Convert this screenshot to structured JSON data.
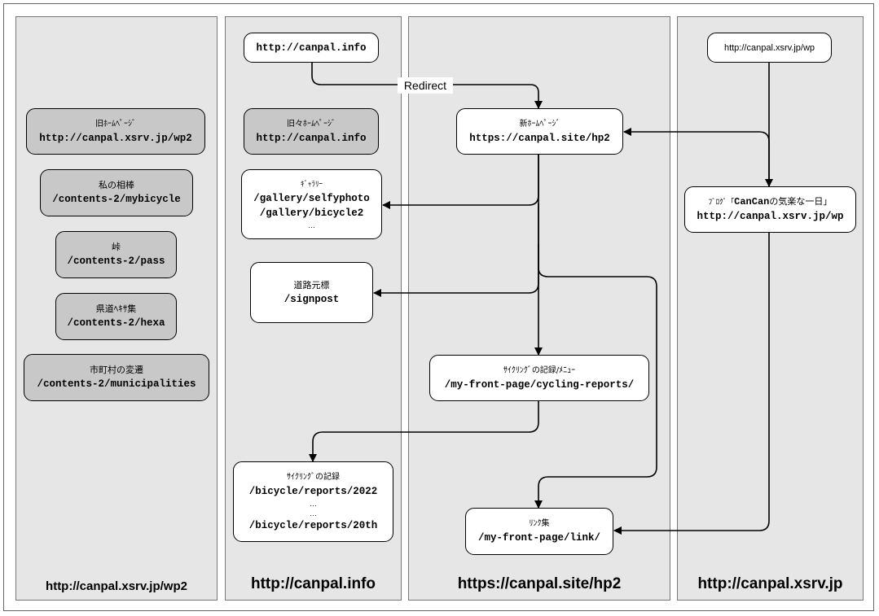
{
  "columns": [
    {
      "name": "http://canpal.xsrv.jp/wp2"
    },
    {
      "name": "http://canpal.info"
    },
    {
      "name": "https://canpal.site/hp2"
    },
    {
      "name": "http://canpal.xsrv.jp"
    }
  ],
  "nodes": {
    "old_homepage": {
      "label": "旧ﾎｰﾑﾍﾟｰｼﾞ",
      "url": "http://canpal.xsrv.jp/wp2"
    },
    "mybicycle": {
      "label": "私の相棒",
      "url": "/contents-2/mybicycle"
    },
    "pass": {
      "label": "峠",
      "url": "/contents-2/pass"
    },
    "hexa": {
      "label": "県道ﾍｷｻ集",
      "url": "/contents-2/hexa"
    },
    "municipalities": {
      "label": "市町村の変遷",
      "url": "/contents-2/municipalities"
    },
    "canpal_info": {
      "url": "http://canpal.info"
    },
    "older_homepage": {
      "label": "旧々ﾎｰﾑﾍﾟｰｼﾞ",
      "url": "http://canpal.info"
    },
    "gallery": {
      "label": "ｷﾞｬﾗﾘｰ",
      "url1": "/gallery/selfyphoto",
      "url2": "/gallery/bicycle2",
      "more": "…"
    },
    "signpost": {
      "label": "道路元標",
      "url": "/signpost"
    },
    "bicycle_reports": {
      "label": "ｻｲｸﾘﾝｸﾞの記録",
      "url1": "/bicycle/reports/2022",
      "more1": "…",
      "more2": "…",
      "url2": "/bicycle/reports/20th"
    },
    "new_homepage": {
      "label": "新ﾎｰﾑﾍﾟｰｼﾞ",
      "url": "https://canpal.site/hp2"
    },
    "cycling_reports": {
      "label": "ｻｲｸﾘﾝｸﾞの記録/ﾒﾆｭｰ",
      "url": "/my-front-page/cycling-reports/"
    },
    "link": {
      "label": "ﾘﾝｸ集",
      "url": "/my-front-page/link/"
    },
    "wp_url": {
      "url": "http://canpal.xsrv.jp/wp"
    },
    "blog": {
      "label": "ﾌﾞﾛｸﾞ「",
      "title": "CanCan",
      "label_tail": "の気楽な一日」",
      "url": "http://canpal.xsrv.jp/wp"
    }
  },
  "edges": {
    "redirect_label": "Redirect"
  }
}
